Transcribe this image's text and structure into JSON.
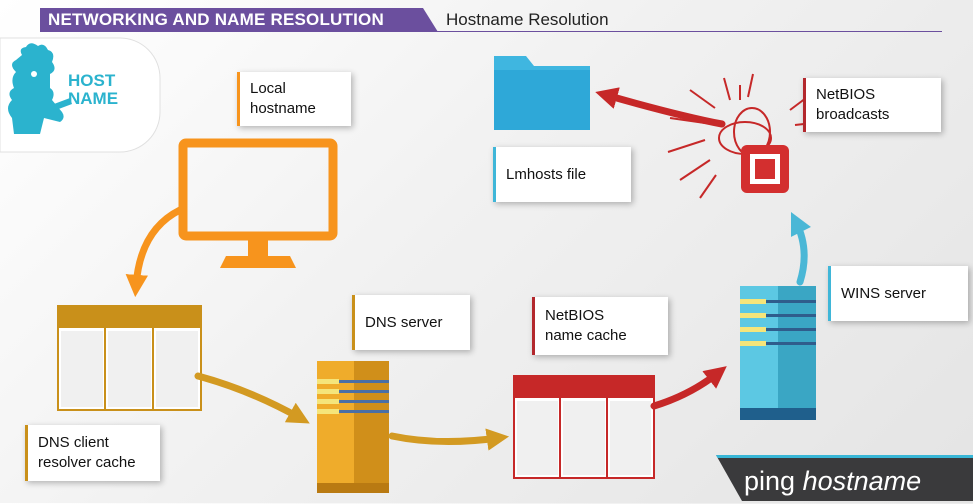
{
  "header": {
    "section": "NETWORKING AND NAME RESOLUTION",
    "title": "Hostname Resolution"
  },
  "logo": {
    "line1": "HOST",
    "line2": "NAME"
  },
  "labels": {
    "local_hostname": "Local\nhostname",
    "lmhosts_file": "Lmhosts file",
    "netbios_broadcasts": "NetBIOS\nbroadcasts",
    "dns_server": "DNS server",
    "netbios_name_cache": "NetBIOS\nname cache",
    "wins_server": "WINS server",
    "dns_client_cache": "DNS client\nresolver cache"
  },
  "command": {
    "word": "ping",
    "arg": "hostname"
  },
  "colors": {
    "purple": "#6b4f9e",
    "orange": "#f7941d",
    "gold": "#c9901a",
    "red": "#c62828",
    "cyan": "#3fb6d8",
    "dark": "#3a3a3c"
  },
  "icons": [
    "monitor-icon",
    "table-icon",
    "server-icon",
    "folder-icon",
    "chip-broadcast-icon",
    "person-icon"
  ]
}
